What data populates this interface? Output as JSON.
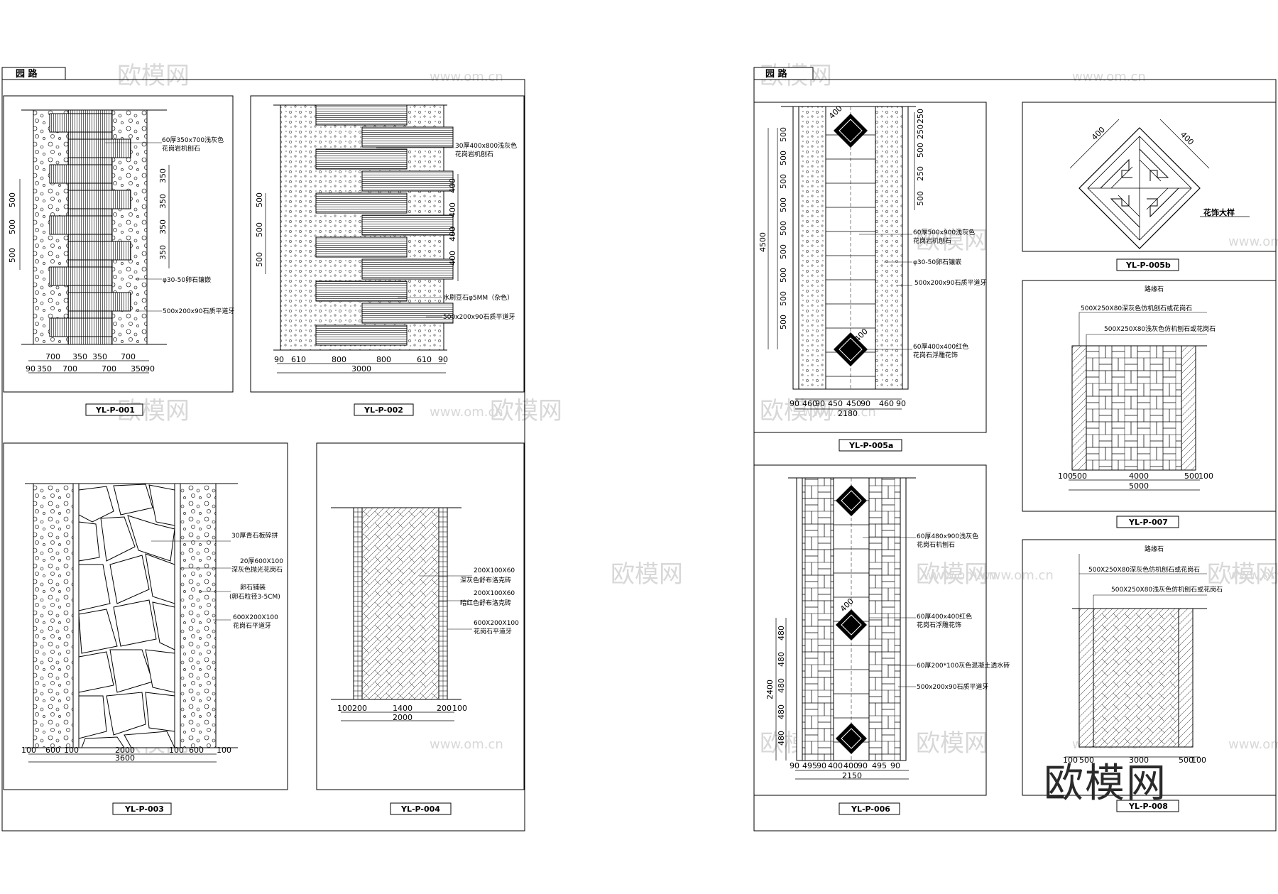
{
  "sheets": [
    {
      "tab": "园  路"
    },
    {
      "tab": "园  路"
    }
  ],
  "watermark": {
    "text": "欧模网",
    "url": "www.om.cn"
  },
  "brand": {
    "text": "欧模网"
  },
  "p001": {
    "caption": "YL-P-001",
    "notes": [
      "60厚350x700浅灰色",
      "花岗岩机刨石",
      "φ30-50卵石镶嵌",
      "500x200x90石质平道牙"
    ],
    "dims_top": [
      "700",
      "350",
      "350",
      "700"
    ],
    "dims_bottom": [
      "90",
      "350",
      "700",
      "700",
      "350",
      "90"
    ],
    "dims_right": [
      "350",
      "350",
      "350",
      "350"
    ],
    "dims_left": [
      "500",
      "500",
      "500"
    ]
  },
  "p002": {
    "caption": "YL-P-002",
    "notes": [
      "30厚400x800浅灰色",
      "花岗岩机刨石",
      "水刷豆石φ5MM（杂色）",
      "500x200x90石质平道牙"
    ],
    "dims": [
      "90",
      "610",
      "800",
      "800",
      "610",
      "90"
    ],
    "total": "3000",
    "dims_right": [
      "400",
      "400",
      "400",
      "400"
    ],
    "dims_left": [
      "500",
      "500",
      "500"
    ]
  },
  "p003": {
    "caption": "YL-P-003",
    "notes": [
      "30厚青石板碎拼",
      "20厚600X100",
      "深灰色抛光花岗石",
      "卵石铺装",
      "(卵石粒径3-5CM)",
      "600X200X100",
      "花岗石平道牙"
    ],
    "dims": [
      "100",
      "600",
      "100",
      "2000",
      "100",
      "600",
      "100"
    ],
    "total": "3600"
  },
  "p004": {
    "caption": "YL-P-004",
    "notes": [
      "200X100X60",
      "深灰色舒布洛克砖",
      "200X100X60",
      "暗红色舒布洛克砖",
      "600X200X100",
      "花岗石平道牙"
    ],
    "dims": [
      "100",
      "200",
      "1400",
      "200",
      "100"
    ],
    "total": "2000"
  },
  "p005a": {
    "caption": "YL-P-005a",
    "notes": [
      "60厚500x900浅灰色",
      "花岗岩机刨石",
      "φ30-50卵石镶嵌",
      "500x200x90石质平道牙",
      "60厚400x400红色",
      "花岗石浮雕花饰"
    ],
    "dims": [
      "90",
      "460",
      "90",
      "450",
      "450",
      "90",
      "460",
      "90"
    ],
    "total": "2180",
    "dims_right": [
      "250",
      "250",
      "500",
      "250",
      "500"
    ],
    "dims_left": [
      "500",
      "500",
      "500",
      "500",
      "500",
      "500",
      "500",
      "500",
      "500"
    ],
    "height": "4500",
    "diamond": "400"
  },
  "p005b": {
    "caption": "YL-P-005b",
    "label": "花饰大样",
    "dim": "400"
  },
  "p006": {
    "caption": "YL-P-006",
    "notes": [
      "60厚480x900浅灰色",
      "花岗石机刨石",
      "60厚400x400红色",
      "花岗石浮雕花饰",
      "60厚200*100灰色混凝土透水砖",
      "500x200x90石质平道牙"
    ],
    "dims": [
      "90",
      "495",
      "90",
      "400",
      "400",
      "90",
      "495",
      "90"
    ],
    "total": "2150",
    "dims_left": [
      "480",
      "480",
      "480",
      "480",
      "480"
    ],
    "height": "2400",
    "diamond": "400"
  },
  "p007": {
    "caption": "YL-P-007",
    "title": "路缘石",
    "notes": [
      "500X250X80深灰色仿机刨石或花岗石",
      "500X250X80浅灰色仿机刨石或花岗石"
    ],
    "dims": [
      "100",
      "500",
      "4000",
      "500",
      "100"
    ],
    "total": "5000"
  },
  "p008": {
    "caption": "YL-P-008",
    "title": "路缘石",
    "notes": [
      "500X250X80深灰色仿机刨石或花岗石",
      "500X250X80浅灰色仿机刨石或花岗石"
    ],
    "dims": [
      "100",
      "500",
      "3000",
      "500",
      "100"
    ]
  }
}
